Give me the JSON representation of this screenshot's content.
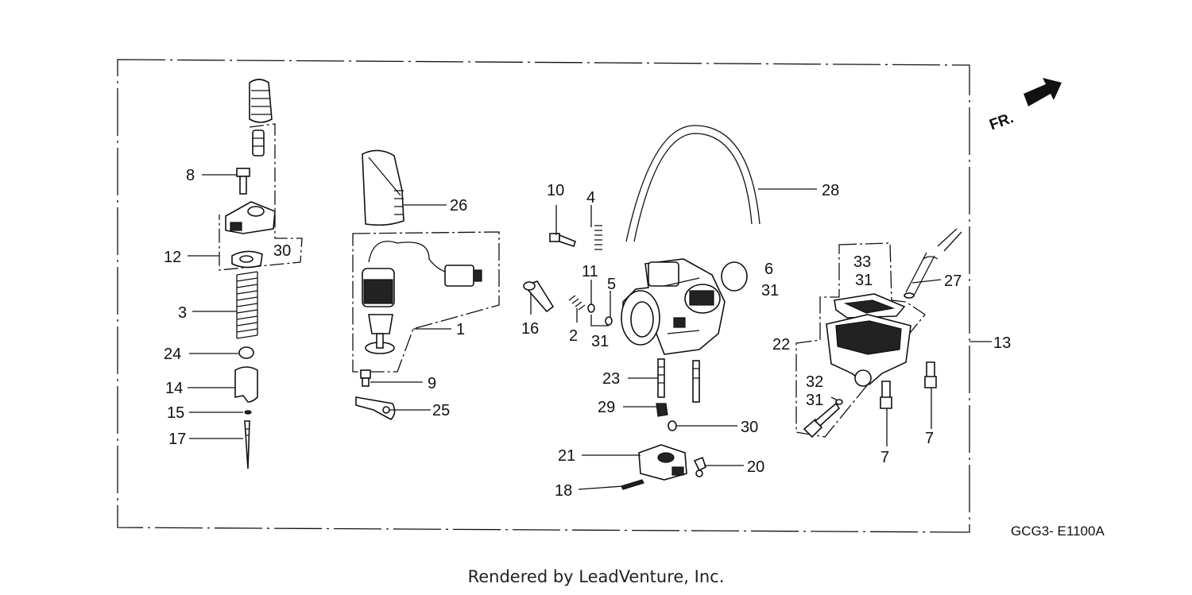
{
  "diagram": {
    "code": "GCG3- E1100A",
    "direction_label": "FR.",
    "credit": "Rendered by LeadVenture, Inc.",
    "callouts": {
      "c1": "1",
      "c2": "2",
      "c3": "3",
      "c4": "4",
      "c6": "6",
      "c5": "5",
      "c7a": "7",
      "c7b": "7",
      "c8": "8",
      "c9": "9",
      "c10": "10",
      "c11": "11",
      "c12": "12",
      "c13": "13",
      "c14": "14",
      "c15": "15",
      "c16": "16",
      "c17": "17",
      "c18": "18",
      "c20": "20",
      "c21": "21",
      "c22": "22",
      "c23": "23",
      "c24": "24",
      "c25": "25",
      "c26": "26",
      "c27": "27",
      "c28": "28",
      "c29": "29",
      "c30a": "30",
      "c30b": "30",
      "c31a": "31",
      "c31b": "31",
      "c31c": "31",
      "c31d": "31",
      "c32": "32",
      "c33": "33"
    }
  }
}
